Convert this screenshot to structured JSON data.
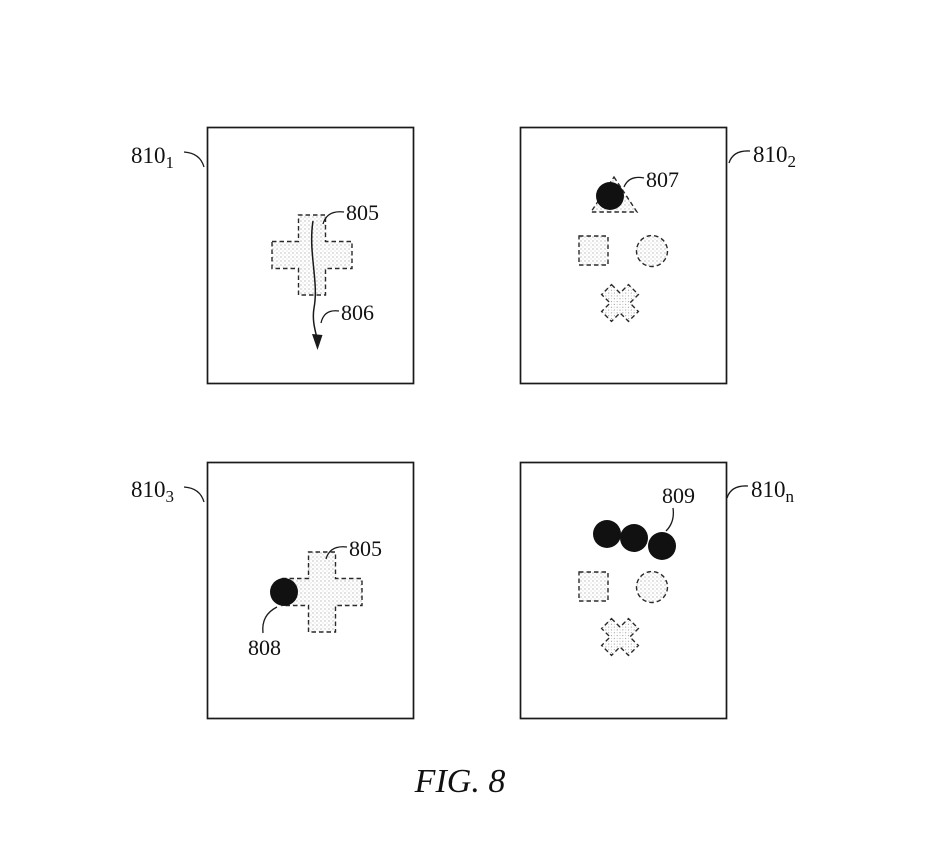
{
  "figure": {
    "caption": "FIG. 8",
    "background": "#ffffff"
  },
  "colors": {
    "ink": "#1a1a1a",
    "filled_shape": "#111111",
    "stipple_dot": "#9a9a9a",
    "background": "#ffffff"
  },
  "panels": [
    {
      "id": "810-1",
      "label": {
        "base": "810",
        "sub": "1"
      },
      "shapes": [
        "stippled-plus",
        "curved-motion-arrow"
      ]
    },
    {
      "id": "810-2",
      "label": {
        "base": "810",
        "sub": "2"
      },
      "shapes": [
        "filled-circle-over-stippled-triangle",
        "stippled-square",
        "stippled-circle",
        "stippled-x"
      ]
    },
    {
      "id": "810-3",
      "label": {
        "base": "810",
        "sub": "3"
      },
      "shapes": [
        "filled-circle",
        "stippled-plus"
      ]
    },
    {
      "id": "810-n",
      "label": {
        "base": "810",
        "sub": "n"
      },
      "shapes": [
        "three-filled-circles",
        "stippled-square",
        "stippled-circle",
        "stippled-x"
      ]
    }
  ],
  "callouts": {
    "plus_p1": "805",
    "arrow_p1": "806",
    "circle_p2": "807",
    "plus_p3": "805",
    "circle_p3": "808",
    "circles_pn": "809"
  }
}
